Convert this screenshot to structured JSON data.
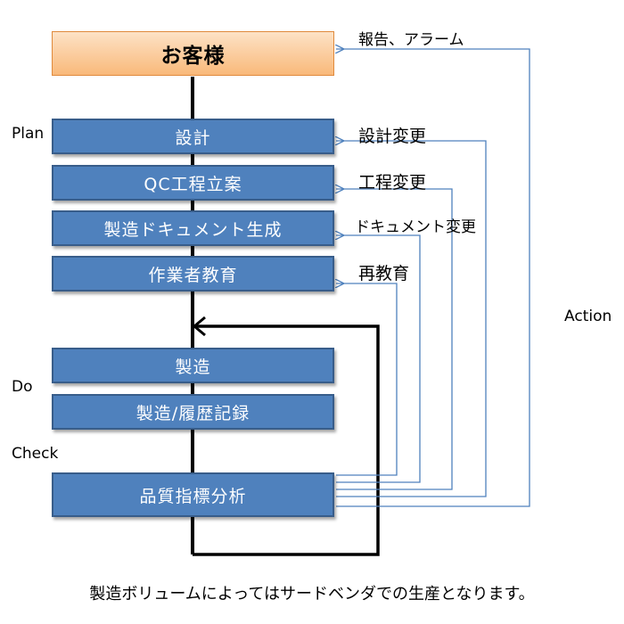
{
  "customer": "お客様",
  "boxes": {
    "design": "設計",
    "qc_plan": "QC工程立案",
    "documents": "製造ドキュメント生成",
    "training": "作業者教育",
    "manufacture": "製造",
    "manufacture_record": "製造/履歴記録",
    "quality_analysis": "品質指標分析"
  },
  "feedback_labels": {
    "report_alarm": "報告、アラーム",
    "design_change": "設計変更",
    "process_change": "工程変更",
    "document_change": "ドキュメント変更",
    "retraining": "再教育"
  },
  "phases": {
    "plan": "Plan",
    "do": "Do",
    "check": "Check",
    "action": "Action"
  },
  "footnote": "製造ボリュームによってはサードベンダでの生産となります。",
  "colors": {
    "box_fill": "#4f81bd",
    "box_border": "#385d8a",
    "feedback_line": "#4f81bd",
    "customer_fill": "#f9b97a",
    "loop_line": "#000000"
  }
}
